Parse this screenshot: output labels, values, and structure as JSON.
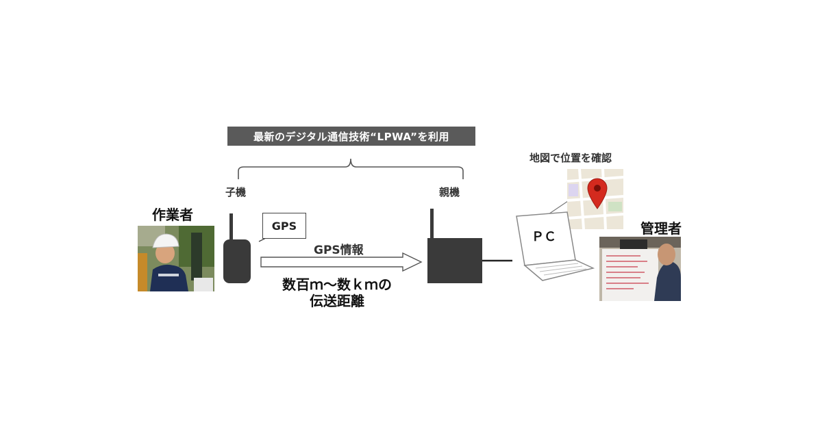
{
  "banner": "最新のデジタル通信技術“LPWA”を利用",
  "child_unit_label": "子機",
  "parent_unit_label": "親機",
  "worker_label": "作業者",
  "manager_label": "管理者",
  "gps_bubble": "GPS",
  "gps_info": "GPS情報",
  "distance_line1": "数百ｍ～数ｋｍの",
  "distance_line2": "伝送距離",
  "map_caption": "地図で位置を確認",
  "pc_label": "ＰＣ",
  "colors": {
    "device": "#3a3a3a",
    "banner": "#5a5a5a",
    "pin": "#d42a1e"
  }
}
